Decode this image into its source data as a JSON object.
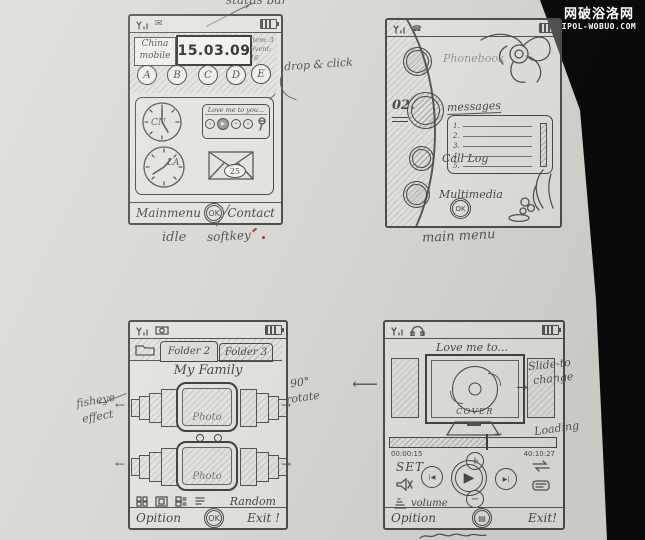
{
  "watermark": {
    "line1": "网破浴洛网",
    "line2": "IPOL-WOBUO.COM"
  },
  "glyphs": {
    "left_arrow": "←",
    "right_arrow": "→",
    "up_right_arrow": "↗",
    "down_left_arrow": "↙",
    "long_left_arrow": "⟵",
    "envelope": "✉",
    "phone": "☎",
    "play": "▶",
    "prev": "|◀",
    "next": "▶|",
    "plus": "+",
    "minus": "−",
    "pause": "▤",
    "mini_prev": "«",
    "mini_play": "▶",
    "mini_stop": "•",
    "mini_next": "»"
  },
  "annotations": {
    "status_bar": "status bar",
    "drop_click": "drop & click",
    "idle": "idle",
    "softkey": "softkey",
    "main_menu": "main menu",
    "fisheye_line1": "fisheye",
    "fisheye_line2": "effect",
    "rotate_line1": "90°",
    "rotate_line2": "rotate",
    "slide_line1": "Slide-to",
    "slide_line2": "change",
    "loading": "Loading"
  },
  "idle": {
    "carrier_line1": "China",
    "carrier_line2": "mobile",
    "date": "15.03.09",
    "meta_line1": "Item: 3",
    "meta_line2": "Event: 16",
    "letters": [
      "A",
      "B",
      "C",
      "D",
      "E"
    ],
    "clock_city_1": "CN",
    "clock_city_2": "LA",
    "player_title": "Love me to you...",
    "mail_count": "25",
    "softkey_left": "Mainmenu",
    "softkey_center": "OK",
    "softkey_right": "Contact"
  },
  "menu": {
    "index_label": "02.",
    "item_phonebook": "Phonebook",
    "item_messages": "messages",
    "item_call_log": "Call Log",
    "item_multimedia": "Multimedia",
    "list_rows": [
      "1.",
      "2.",
      "3.",
      "4.",
      "5."
    ],
    "ok": "OK"
  },
  "gallery": {
    "tab_folder2": "Folder 2",
    "tab_folder3": "Folder 3",
    "title": "My Family",
    "photo1": "Photo",
    "photo2": "Photo",
    "random": "Random",
    "softkey_left": "Opition",
    "softkey_center": "OK",
    "softkey_right": "Exit !"
  },
  "player": {
    "title": "Love me to...",
    "cover": "COVER",
    "time_elapsed": "00:00:15",
    "time_total": "40:10:27",
    "set": "SET",
    "volume": "volume",
    "softkey_left": "Opition",
    "softkey_right": "Exit!"
  }
}
